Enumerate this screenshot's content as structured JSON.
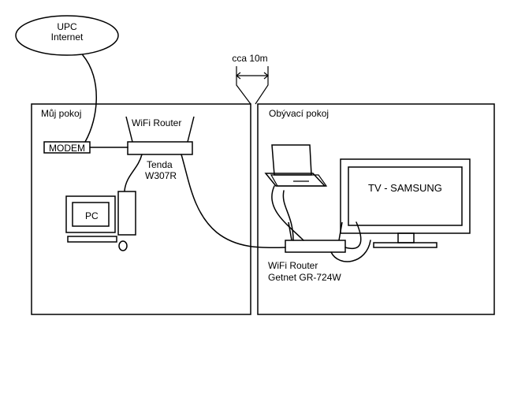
{
  "internet": {
    "line1": "UPC",
    "line2": "Internet"
  },
  "distance": {
    "label": "cca 10m"
  },
  "rooms": [
    {
      "label": "Můj pokoj"
    },
    {
      "label": "Obývací pokoj"
    }
  ],
  "modem": {
    "label": "MODEM"
  },
  "router_left": {
    "title": "WiFi Router",
    "model_line1": "Tenda",
    "model_line2": "W307R"
  },
  "pc": {
    "label": "PC"
  },
  "tv": {
    "label": "TV - SAMSUNG"
  },
  "router_right": {
    "title": "WiFi Router",
    "model": "Getnet GR-724W"
  }
}
